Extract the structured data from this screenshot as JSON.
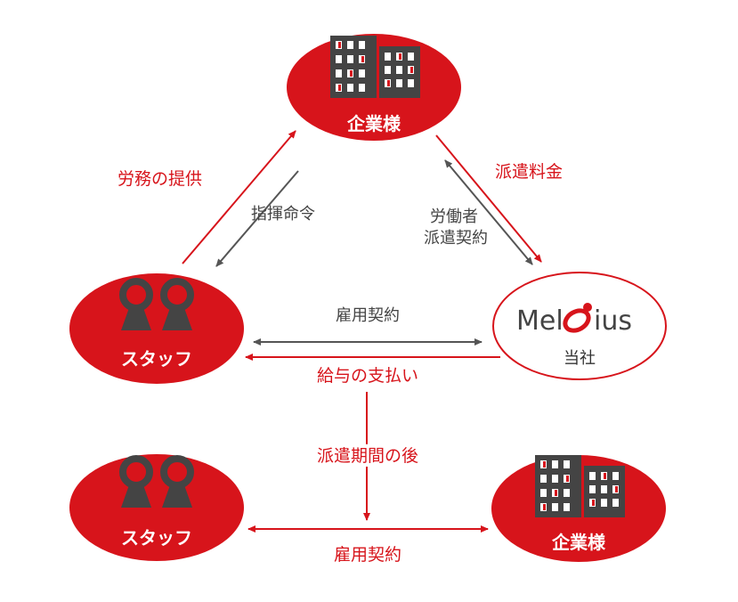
{
  "nodes": {
    "company_top": {
      "label": "企業様"
    },
    "staff_left": {
      "label": "スタッフ"
    },
    "melius": {
      "brand_prefix": "Mel",
      "brand_suffix": "ius",
      "label": "当社"
    },
    "staff_bottom": {
      "label": "スタッフ"
    },
    "company_bottom": {
      "label": "企業様"
    }
  },
  "edges": {
    "labor_provision": "労務の提供",
    "command": "指揮命令",
    "dispatch_fee": "派遣料金",
    "worker_dispatch_contract_line1": "労働者",
    "worker_dispatch_contract_line2": "派遣契約",
    "employment_contract_top": "雇用契約",
    "salary_payment": "給与の支払い",
    "after_dispatch_period": "派遣期間の後",
    "employment_contract_bottom": "雇用契約"
  },
  "colors": {
    "accent_red": "#d7141b",
    "gray": "#555555"
  },
  "icons": [
    "building-icon",
    "people-icon",
    "logo-o-icon"
  ]
}
